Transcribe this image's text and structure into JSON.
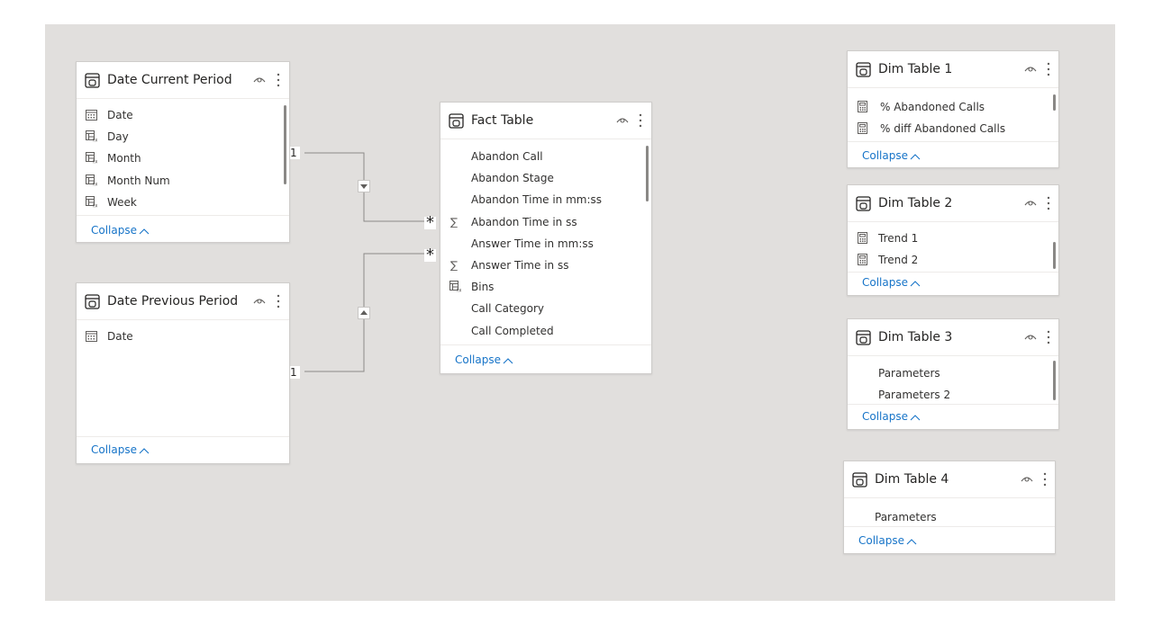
{
  "tables": {
    "date_current": {
      "title": "Date Current Period",
      "fields": [
        {
          "label": "Date",
          "icon": "calendar-icon"
        },
        {
          "label": "Day",
          "icon": "calculated-column-icon"
        },
        {
          "label": "Month",
          "icon": "calculated-column-icon"
        },
        {
          "label": "Month Num",
          "icon": "calculated-column-icon"
        },
        {
          "label": "Week",
          "icon": "calculated-column-icon"
        }
      ],
      "collapse": "Collapse"
    },
    "date_previous": {
      "title": "Date Previous Period",
      "fields": [
        {
          "label": "Date",
          "icon": "calendar-icon"
        }
      ],
      "collapse": "Collapse"
    },
    "fact": {
      "title": "Fact Table",
      "fields": [
        {
          "label": "Abandon Call",
          "icon": ""
        },
        {
          "label": "Abandon Stage",
          "icon": ""
        },
        {
          "label": "Abandon Time in mm:ss",
          "icon": ""
        },
        {
          "label": "Abandon Time in ss",
          "icon": "sum-icon"
        },
        {
          "label": "Answer Time in mm:ss",
          "icon": ""
        },
        {
          "label": "Answer Time in ss",
          "icon": "sum-icon"
        },
        {
          "label": "Bins",
          "icon": "calculated-column-icon"
        },
        {
          "label": "Call Category",
          "icon": ""
        },
        {
          "label": "Call Completed",
          "icon": ""
        }
      ],
      "collapse": "Collapse"
    },
    "dim1": {
      "title": "Dim Table 1",
      "fields": [
        {
          "label": "% Abandoned Calls",
          "icon": "calculator-icon"
        },
        {
          "label": "% diff Abandoned Calls",
          "icon": "calculator-icon"
        }
      ],
      "collapse": "Collapse"
    },
    "dim2": {
      "title": "Dim Table 2",
      "fields": [
        {
          "label": "Trend 1",
          "icon": "calculator-icon"
        },
        {
          "label": "Trend 2",
          "icon": "calculator-icon"
        }
      ],
      "collapse": "Collapse"
    },
    "dim3": {
      "title": "Dim Table 3",
      "fields": [
        {
          "label": "Parameters",
          "icon": ""
        },
        {
          "label": "Parameters 2",
          "icon": ""
        }
      ],
      "collapse": "Collapse"
    },
    "dim4": {
      "title": "Dim Table 4",
      "fields": [
        {
          "label": "Parameters",
          "icon": ""
        }
      ],
      "collapse": "Collapse"
    }
  },
  "relationships": {
    "current_to_fact": {
      "from_cardinality": "1",
      "to_cardinality": "*",
      "filter_direction": "down"
    },
    "previous_to_fact": {
      "from_cardinality": "1",
      "to_cardinality": "*",
      "filter_direction": "up"
    }
  },
  "colors": {
    "canvas": "#e1dfdd",
    "link": "#1774c8",
    "line": "#8a8886"
  }
}
